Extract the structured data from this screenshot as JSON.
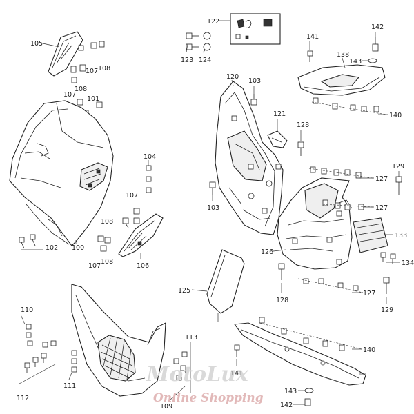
{
  "parts": {
    "p100": "100",
    "p101": "101",
    "p102": "102",
    "p103a": "103",
    "p103b": "103",
    "p104": "104",
    "p105": "105",
    "p106": "106",
    "p107a": "107",
    "p107b": "107",
    "p107c": "107",
    "p107d": "107",
    "p108a": "108",
    "p108b": "108",
    "p108c": "108",
    "p108d": "108",
    "p109": "109",
    "p110": "110",
    "p111": "111",
    "p112": "112",
    "p113": "113",
    "p120": "120",
    "p121": "121",
    "p122": "122",
    "p123": "123",
    "p124": "124",
    "p125": "125",
    "p126": "126",
    "p127a": "127",
    "p127b": "127",
    "p127c": "127",
    "p128a": "128",
    "p128b": "128",
    "p129a": "129",
    "p129b": "129",
    "p133": "133",
    "p134": "134",
    "p138": "138",
    "p140a": "140",
    "p140b": "140",
    "p141a": "141",
    "p141b": "141",
    "p142a": "142",
    "p142b": "142",
    "p143a": "143",
    "p143b": "143"
  },
  "watermark": {
    "line1": "MotoLux",
    "line2": "Online Shopping"
  }
}
